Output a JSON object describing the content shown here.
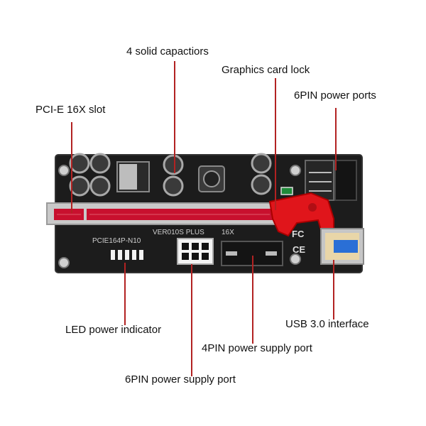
{
  "product": {
    "labels": {
      "capacitors": "4 solid capactiors",
      "lock": "Graphics card lock",
      "power_ports": "6PIN power ports",
      "pcie_slot": "PCI-E 16X slot",
      "led": "LED power indicator",
      "usb": "USB 3.0 interface",
      "pin4": "4PIN power supply port",
      "pin6": "6PIN power supply port"
    },
    "board_print": {
      "model": "PCIE164P-N10",
      "version": "VER010S PLUS",
      "badge": "16X"
    },
    "colors": {
      "pcb": "#1c1c1c",
      "slot": "#c8102e",
      "lock": "#e0151b",
      "leader": "#b22222"
    }
  }
}
